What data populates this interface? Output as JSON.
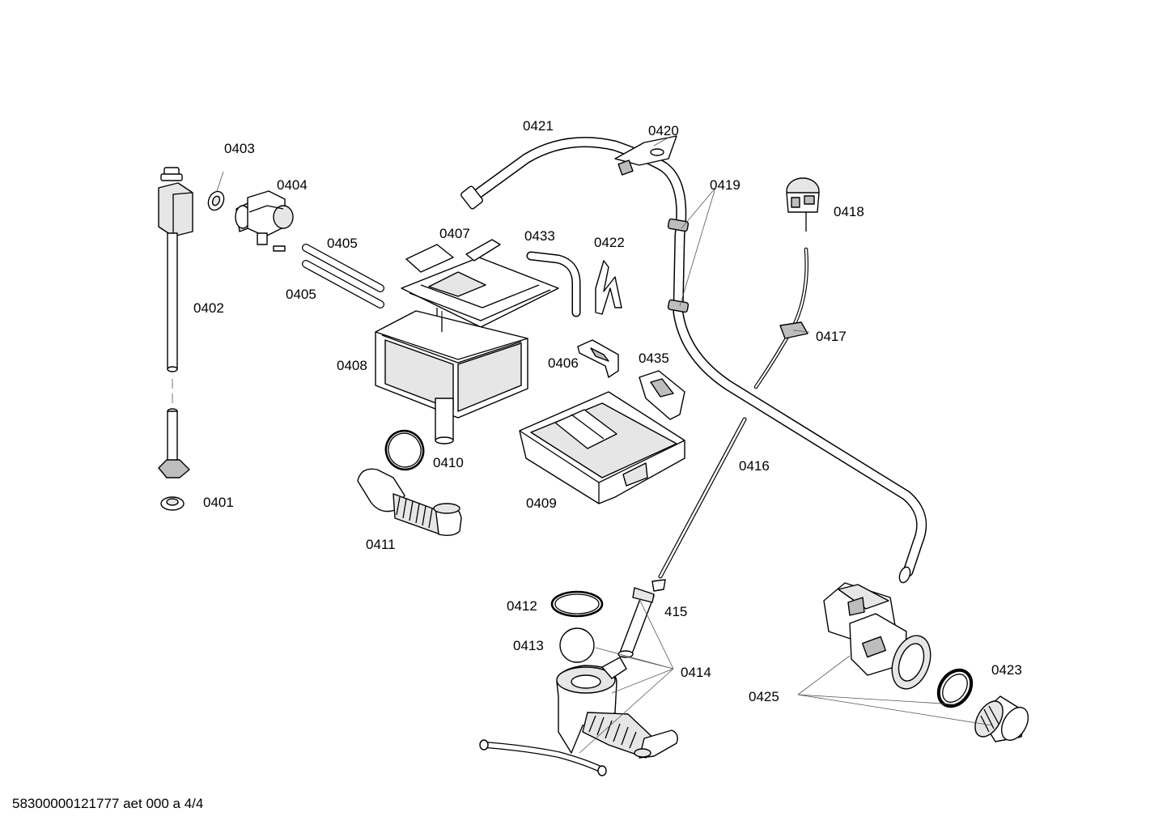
{
  "footer": {
    "text": "58300000121777 aet 000 a 4/4"
  },
  "parts": {
    "p0401": "0401",
    "p0402": "0402",
    "p0403": "0403",
    "p0404": "0404",
    "p0405a": "0405",
    "p0405b": "0405",
    "p0406": "0406",
    "p0407": "0407",
    "p0408": "0408",
    "p0409": "0409",
    "p0410": "0410",
    "p0411": "0411",
    "p0412": "0412",
    "p0413": "0413",
    "p0414": "0414",
    "p0415": "415",
    "p0416": "0416",
    "p0417": "0417",
    "p0418": "0418",
    "p0419": "0419",
    "p0420": "0420",
    "p0421": "0421",
    "p0422": "0422",
    "p0423": "0423",
    "p0425": "0425",
    "p0433": "0433",
    "p0435": "0435"
  }
}
